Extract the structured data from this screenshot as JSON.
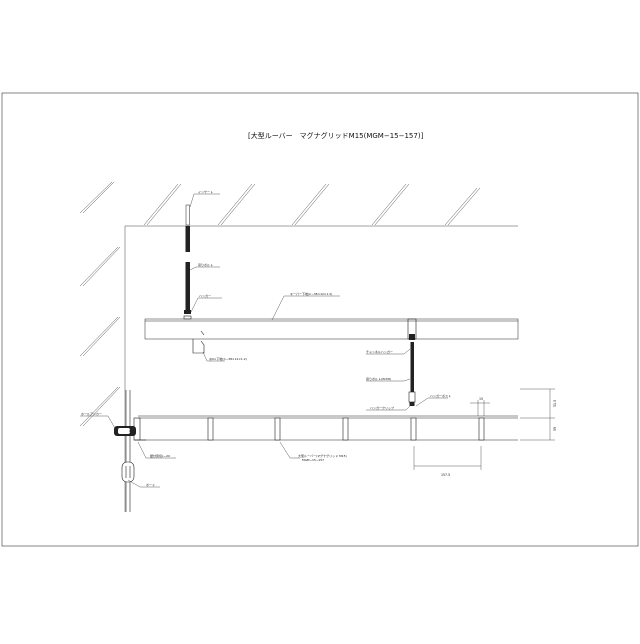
{
  "title": "[大型ルーバー　マグナグリッドM15(MGM−15−157)]",
  "labels": {
    "insert": "インサート",
    "hanging_bolt": "吊りボルト",
    "hanger": "ハンガー",
    "carrying_channel": "キーパー下地(C−38×12×1.2)",
    "wall_channel": "@0×下地(C−38×12×1.2)",
    "channel_hanger": "チャンネルハンガー",
    "hanging_bolt_2": "吊りボルト(W3/8)",
    "hanger_stay": "ハンガーポスト",
    "hanger_clip": "ハンガークリップ",
    "anchor_bolt": "ホールアンカー",
    "wall_angle": "壁付見切L−20",
    "louver": "大型ルーバー(マグナグリッド M15)",
    "louver_sub": "MGM−15−157",
    "board": "ボード"
  },
  "dims": {
    "pitch": "157.5",
    "blade_width": "15",
    "height_upper": "51.5",
    "height_lower": "59"
  }
}
